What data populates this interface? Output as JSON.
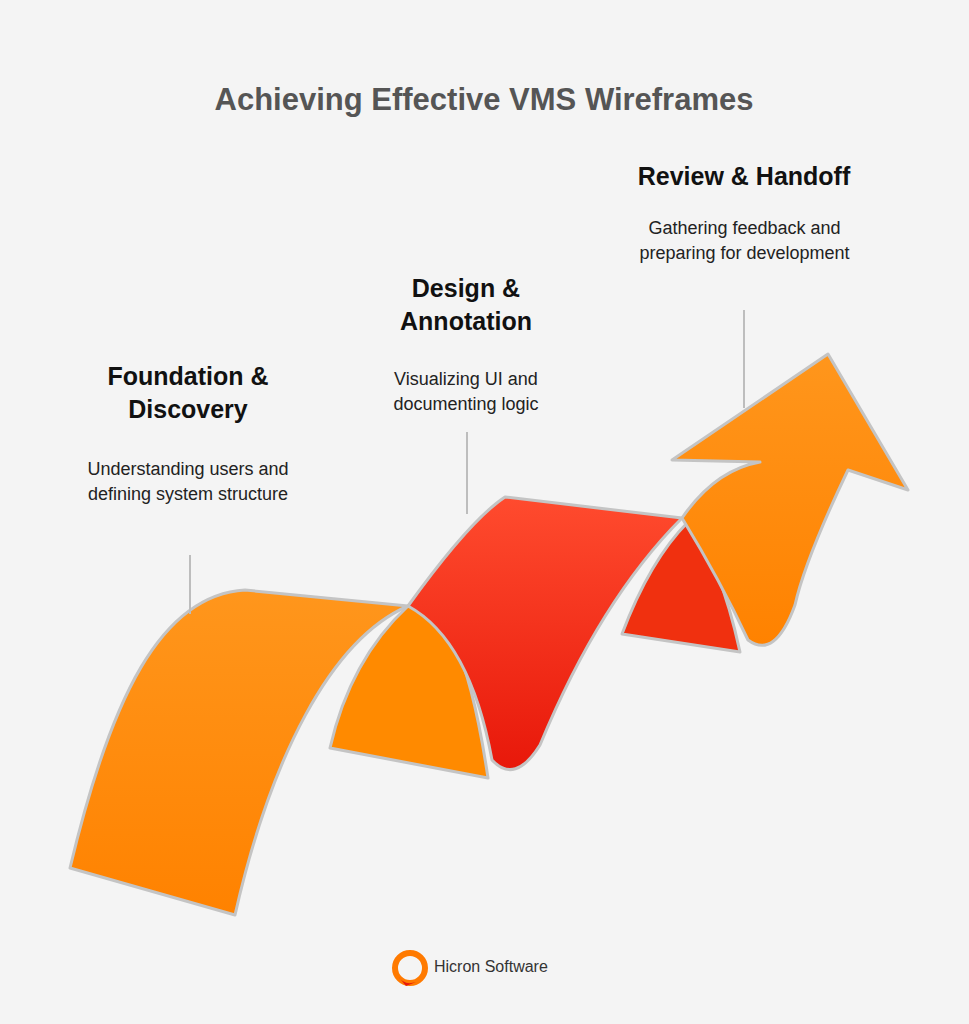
{
  "diagram": {
    "title": "Achieving Effective VMS Wireframes",
    "labels": [
      "Foundation & Discovery",
      "Understanding users and defining system structure",
      "Design & Annotation",
      "Visualizing UI and documenting logic",
      "Review & Handoff",
      "Gathering feedback and preparing for development",
      "Hicron Software"
    ]
  }
}
